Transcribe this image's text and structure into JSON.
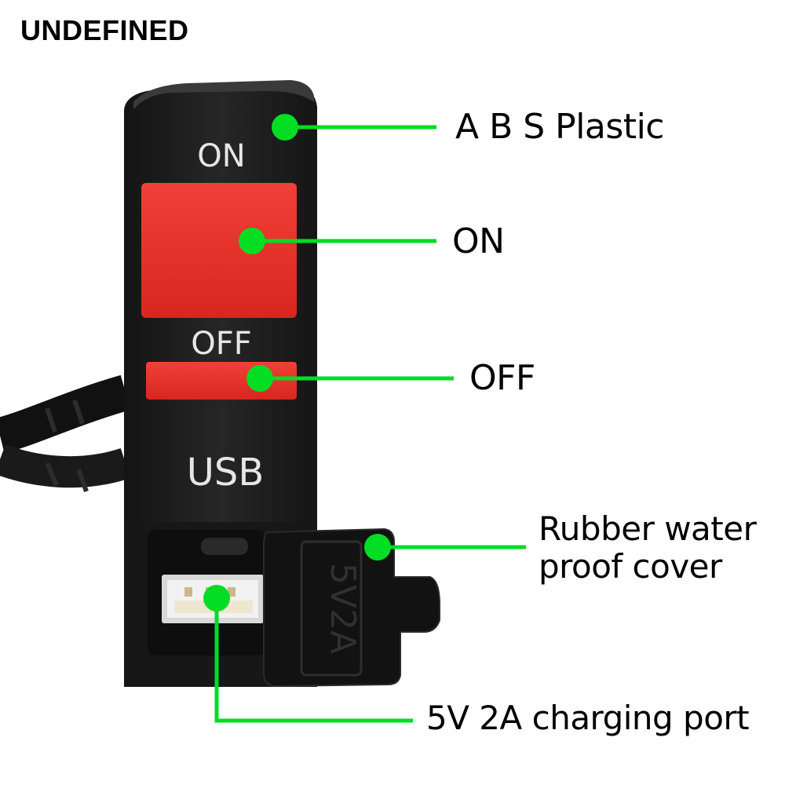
{
  "brand": "UNDEFINED",
  "switch_labels": {
    "on": "ON",
    "off": "OFF",
    "usb": "USB",
    "cover_print": "5V2A"
  },
  "callouts": {
    "material": "A B S Plastic",
    "on_button": "ON",
    "off_button": "OFF",
    "cover_line1": "Rubber water",
    "cover_line2": "proof cover",
    "port": "5V 2A charging port"
  },
  "colors": {
    "pointer": "#00dd22",
    "button_red": "#e8322c",
    "housing": "#1c1c1c"
  }
}
